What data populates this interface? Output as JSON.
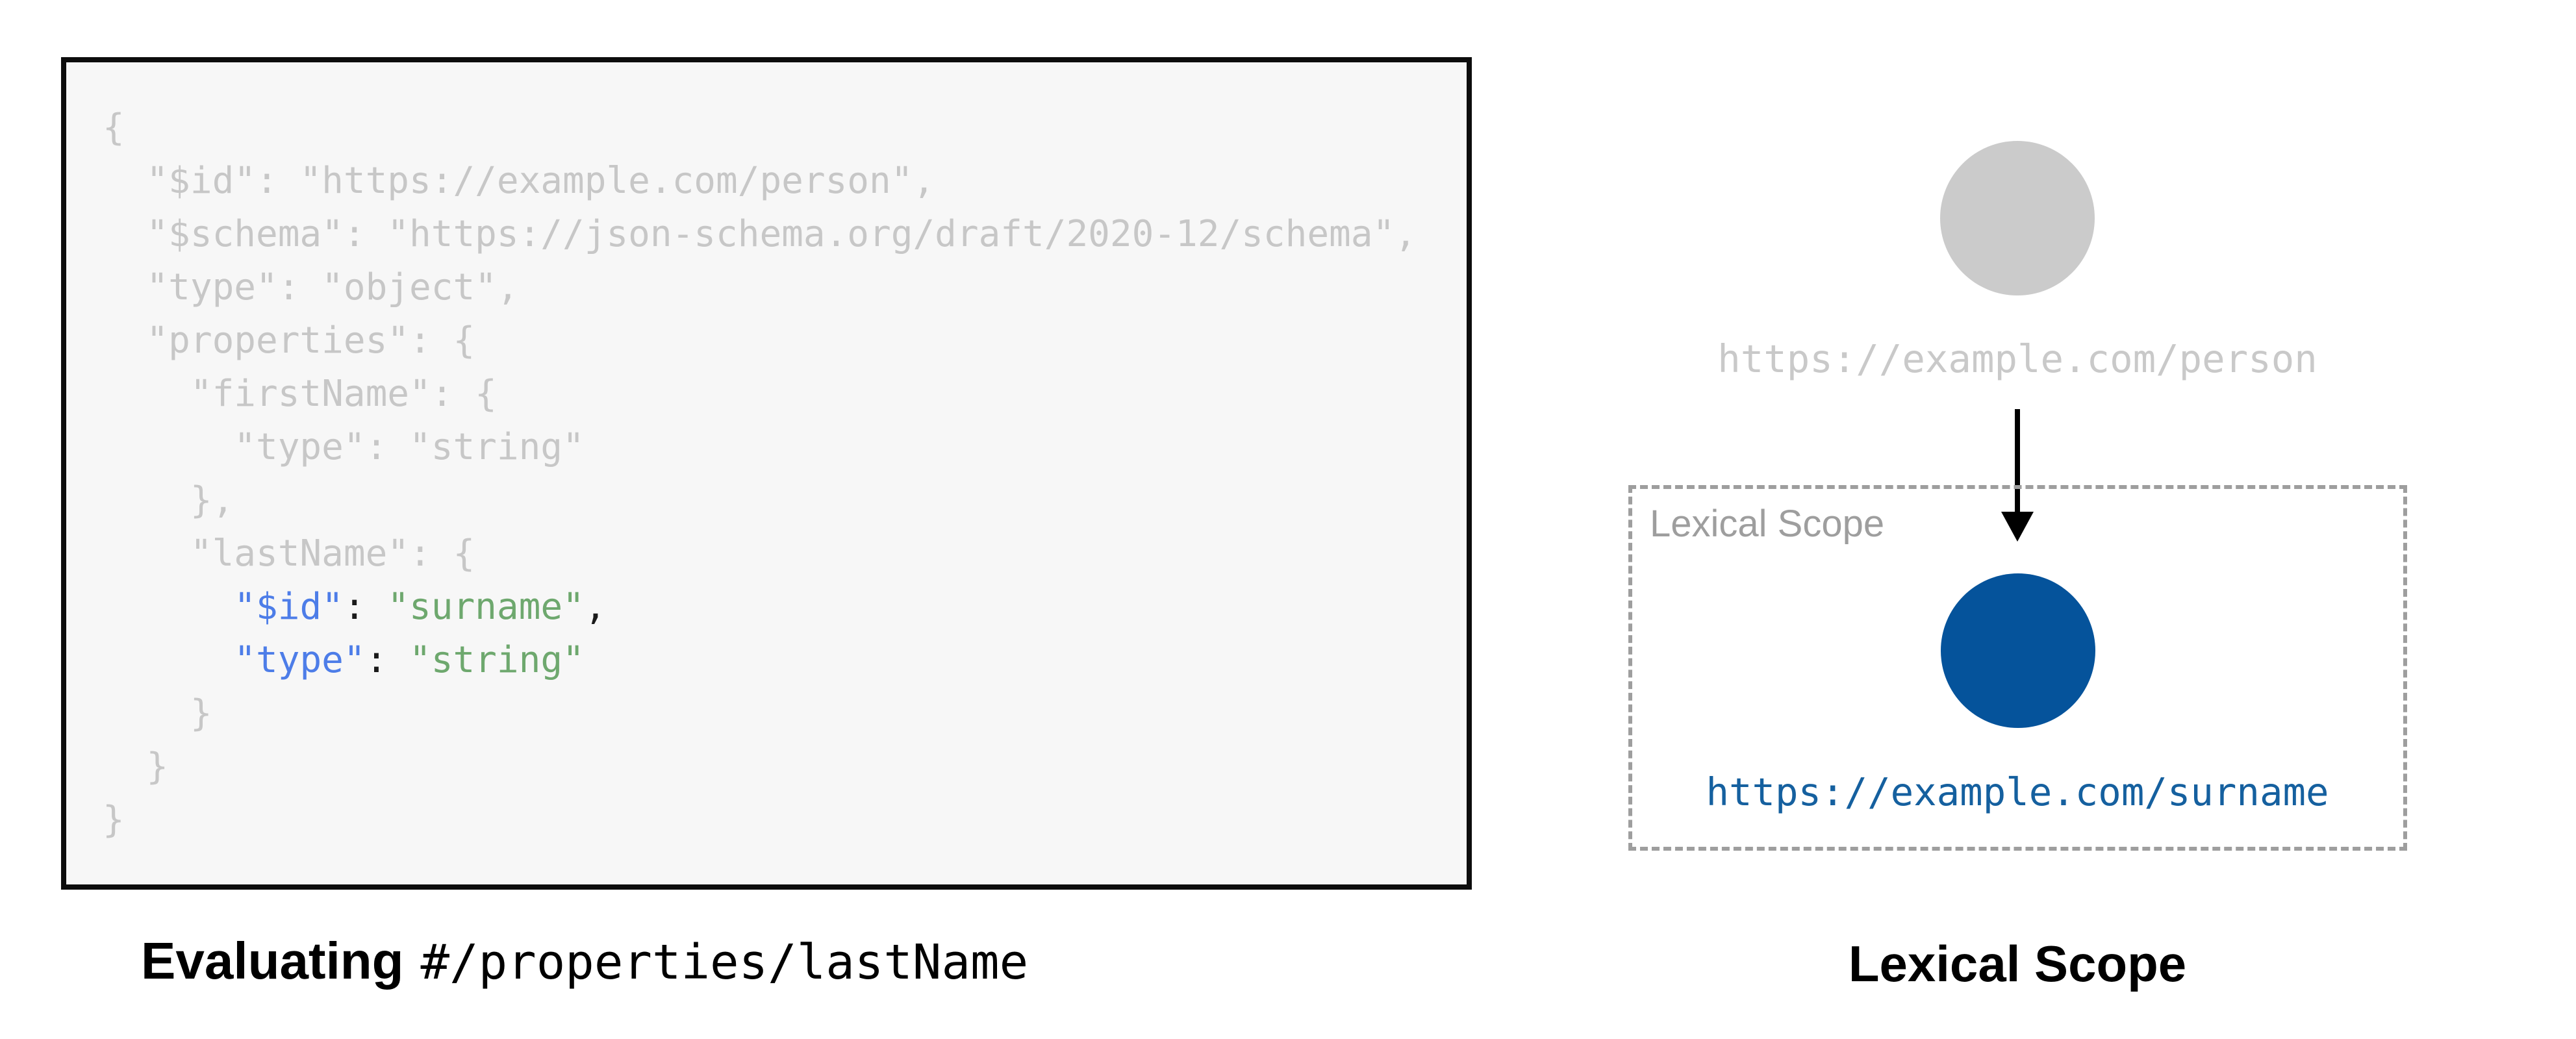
{
  "colors": {
    "page-bg": "#ffffff",
    "code-bg": "#f7f7f7",
    "code-border": "#0d0d0d",
    "code-muted": "#c7c7c7",
    "key-blue": "#4d7de8",
    "string-green": "#6ea86e",
    "punct-black": "#1a1a1a",
    "node-gray": "#cbcbcb",
    "uri-gray": "#c9c9c9",
    "scope-gray": "#9e9e9e",
    "node-blue": "#05539b",
    "uri-blue": "#15609f",
    "caption-black": "#000000"
  },
  "left_panel": {
    "caption": {
      "bold": "Evaluating",
      "mono": "#/properties/lastName"
    },
    "code": {
      "lines": [
        [
          {
            "t": "{"
          }
        ],
        [
          {
            "t": "  \"$id\": \"https://example.com/person\","
          }
        ],
        [
          {
            "t": "  \"$schema\": \"https://json-schema.org/draft/2020-12/schema\","
          }
        ],
        [
          {
            "t": "  \"type\": \"object\","
          }
        ],
        [
          {
            "t": "  \"properties\": {"
          }
        ],
        [
          {
            "t": "    \"firstName\": {"
          }
        ],
        [
          {
            "t": "      \"type\": \"string\""
          }
        ],
        [
          {
            "t": "    },"
          }
        ],
        [
          {
            "t": "    \"lastName\": {"
          }
        ],
        [
          {
            "t": "      "
          },
          {
            "t": "\"$id\"",
            "c": "k"
          },
          {
            "t": ": ",
            "c": "p"
          },
          {
            "t": "\"surname\"",
            "c": "s"
          },
          {
            "t": ",",
            "c": "p"
          }
        ],
        [
          {
            "t": "      "
          },
          {
            "t": "\"type\"",
            "c": "k"
          },
          {
            "t": ": ",
            "c": "p"
          },
          {
            "t": "\"string\"",
            "c": "s"
          }
        ],
        [
          {
            "t": "    }"
          }
        ],
        [
          {
            "t": "  }"
          }
        ],
        [
          {
            "t": "}"
          }
        ]
      ]
    }
  },
  "right_panel": {
    "parent_node": {
      "uri": "https://example.com/person"
    },
    "arrow": "down-arrow",
    "scope_box": {
      "label": "Lexical Scope"
    },
    "child_node": {
      "uri": "https://example.com/surname"
    },
    "caption": "Lexical Scope"
  }
}
